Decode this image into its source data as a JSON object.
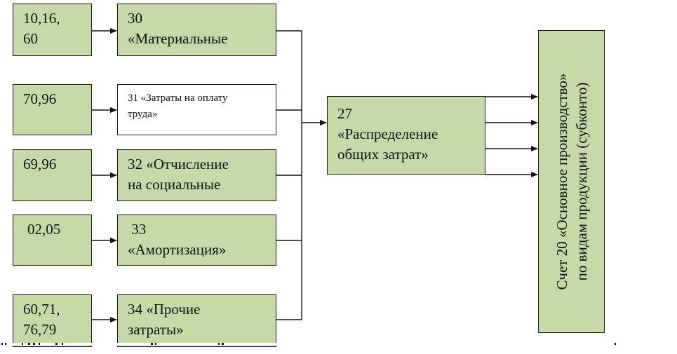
{
  "sources": [
    {
      "id": "src-1",
      "label": "10,16,\n60"
    },
    {
      "id": "src-2",
      "label": "70,96"
    },
    {
      "id": "src-3",
      "label": "69,96"
    },
    {
      "id": "src-4",
      "label": "02,05"
    },
    {
      "id": "src-5",
      "label": "60,71,\n76,79"
    }
  ],
  "accounts": [
    {
      "id": "acc-30",
      "label": "30\n«Материальные"
    },
    {
      "id": "acc-31",
      "label": "31 «Затраты на оплату\nтруда»"
    },
    {
      "id": "acc-32",
      "label": "32 «Отчисление\nна социальные"
    },
    {
      "id": "acc-33",
      "label": " 33\n«Амортизация»"
    },
    {
      "id": "acc-34",
      "label": "34 «Прочие\nзатраты»"
    }
  ],
  "distribution": {
    "label": "27\n«Распределение\nобщих затрат»"
  },
  "target": {
    "line1": "Счет  20 «Основное производство»",
    "line2": "по видам продукции (субконто)"
  },
  "colors": {
    "box_fill": "#c6d9a7",
    "stroke": "#1a1a1a"
  }
}
